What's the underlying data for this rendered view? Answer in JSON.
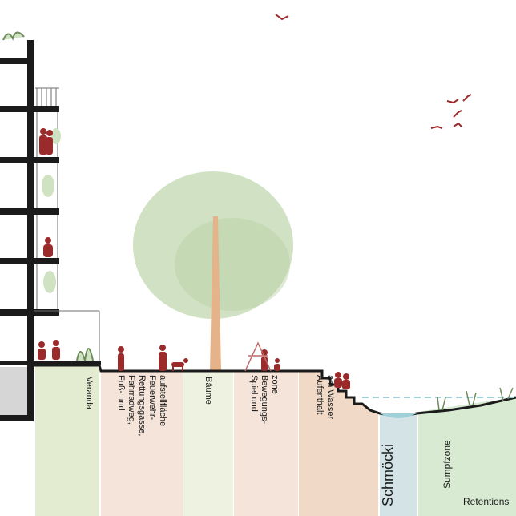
{
  "zones": [
    {
      "id": "veranda",
      "label_lines": [
        "Veranda"
      ],
      "color": "#e3ecd0"
    },
    {
      "id": "path",
      "label_lines": [
        "Fuß- und",
        "Fahrradweg,",
        "Rettungsgasse,",
        "Feuerwehr-",
        "aufstellfläche"
      ],
      "color": "#f5e4da"
    },
    {
      "id": "trees",
      "label_lines": [
        "Bäume"
      ],
      "color": "#eef3e1"
    },
    {
      "id": "play",
      "label_lines": [
        "Spiel und",
        "Bewegungs-",
        "zone"
      ],
      "color": "#f5e4da"
    },
    {
      "id": "water-stay",
      "label_lines": [
        "Aufenthalt",
        "am Wasser"
      ],
      "color": "#f0d9c7"
    },
    {
      "id": "stream",
      "label_lines": [
        "Schmöcki"
      ],
      "color": "#d3e3e6"
    },
    {
      "id": "swamp",
      "label_lines": [
        "Sumpfzone"
      ],
      "color": "#d8ead2"
    },
    {
      "id": "retention",
      "label_lines": [
        "Retentions"
      ],
      "color": "#d8ead2"
    }
  ],
  "colors": {
    "ground": "#1b1b1b",
    "figures": "#9b2a2a",
    "tree_crown": "#c9dcb8",
    "tree_trunk": "#e5b38a",
    "water_line": "#9fd0d8"
  }
}
